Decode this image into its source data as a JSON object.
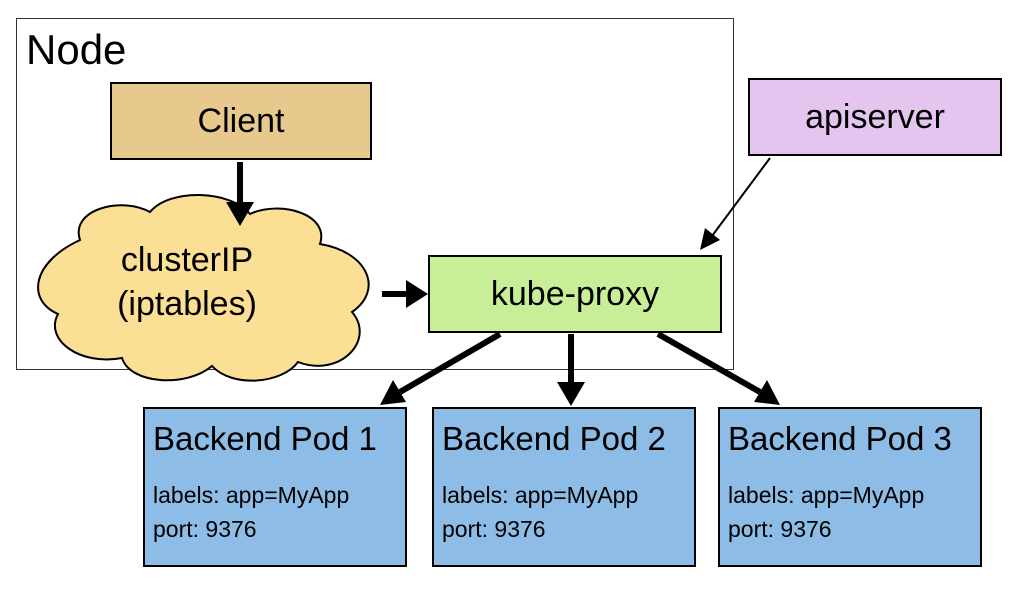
{
  "node": {
    "title": "Node"
  },
  "client": {
    "label": "Client"
  },
  "cluster_ip": {
    "line1": "clusterIP",
    "line2": "(iptables)"
  },
  "kube_proxy": {
    "label": "kube-proxy"
  },
  "apiserver": {
    "label": "apiserver"
  },
  "pods": [
    {
      "title": "Backend Pod 1",
      "labels": "labels: app=MyApp",
      "port": "port: 9376"
    },
    {
      "title": "Backend Pod 2",
      "labels": "labels: app=MyApp",
      "port": "port: 9376"
    },
    {
      "title": "Backend Pod 3",
      "labels": "labels: app=MyApp",
      "port": "port: 9376"
    }
  ],
  "colors": {
    "client": "#e8c98d",
    "cluster_ip": "#fbdf94",
    "kube_proxy": "#c8ef98",
    "apiserver": "#e3c5f0",
    "pod": "#8dbde6"
  }
}
